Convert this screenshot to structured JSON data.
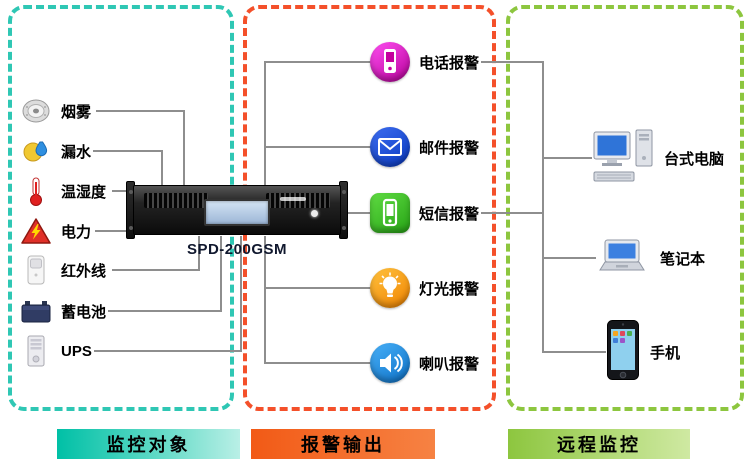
{
  "device": {
    "model": "SPD-200GSM"
  },
  "sensors": {
    "items": [
      {
        "label": "烟雾",
        "icon": "smoke-detector-icon"
      },
      {
        "label": "漏水",
        "icon": "water-leak-icon"
      },
      {
        "label": "温湿度",
        "icon": "thermometer-icon"
      },
      {
        "label": "电力",
        "icon": "power-warning-icon"
      },
      {
        "label": "红外线",
        "icon": "infrared-sensor-icon"
      },
      {
        "label": "蓄电池",
        "icon": "battery-icon"
      },
      {
        "label": "UPS",
        "icon": "ups-tower-icon"
      }
    ]
  },
  "alarms": {
    "items": [
      {
        "label": "电话报警",
        "icon": "phone-alarm-icon",
        "color": "#d800b4"
      },
      {
        "label": "邮件报警",
        "icon": "email-alarm-icon",
        "color": "#1647cc"
      },
      {
        "label": "短信报警",
        "icon": "sms-alarm-icon",
        "color": "#35b81f"
      },
      {
        "label": "灯光报警",
        "icon": "light-alarm-icon",
        "color": "#f69500"
      },
      {
        "label": "喇叭报警",
        "icon": "speaker-alarm-icon",
        "color": "#1e86d8"
      }
    ]
  },
  "remote": {
    "items": [
      {
        "label": "台式电脑",
        "icon": "desktop-computer-icon"
      },
      {
        "label": "笔记本",
        "icon": "laptop-icon"
      },
      {
        "label": "手机",
        "icon": "smartphone-icon"
      }
    ]
  },
  "footer": {
    "left_label": "监控对象",
    "middle_label": "报警输出",
    "right_label": "远程监控"
  },
  "colors": {
    "left_panel_border": "#2fc7b4",
    "middle_panel_border": "#f4502a",
    "right_panel_border": "#8dc63f",
    "footer_left_bg": "#00c0a6",
    "footer_middle_bg": "#f26722",
    "footer_right_bg": "#8dc63f",
    "connector_line": "#8e8e8e"
  }
}
